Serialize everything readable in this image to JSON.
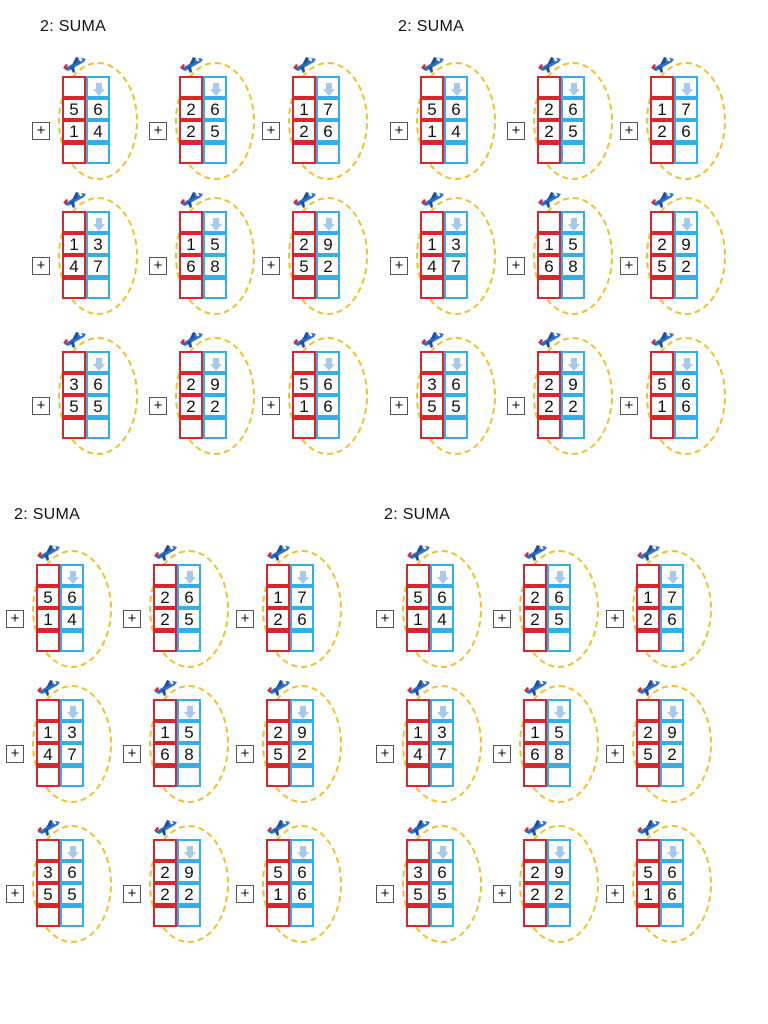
{
  "worksheet": {
    "title": "2: SUMA",
    "operator": "+",
    "icons": {
      "plane": "airplane-icon",
      "carry_arrow": "arrow-down-icon"
    },
    "colors": {
      "tens": "#d9262e",
      "units": "#33aee6",
      "loop": "#f0c030"
    },
    "problems": [
      {
        "top": [
          "5",
          "6"
        ],
        "bottom": [
          "1",
          "4"
        ]
      },
      {
        "top": [
          "2",
          "6"
        ],
        "bottom": [
          "2",
          "5"
        ]
      },
      {
        "top": [
          "1",
          "7"
        ],
        "bottom": [
          "2",
          "6"
        ]
      },
      {
        "top": [
          "1",
          "3"
        ],
        "bottom": [
          "4",
          "7"
        ]
      },
      {
        "top": [
          "1",
          "5"
        ],
        "bottom": [
          "6",
          "8"
        ]
      },
      {
        "top": [
          "2",
          "9"
        ],
        "bottom": [
          "5",
          "2"
        ]
      },
      {
        "top": [
          "3",
          "6"
        ],
        "bottom": [
          "5",
          "5"
        ]
      },
      {
        "top": [
          "2",
          "9"
        ],
        "bottom": [
          "2",
          "2"
        ]
      },
      {
        "top": [
          "5",
          "6"
        ],
        "bottom": [
          "1",
          "6"
        ]
      }
    ]
  }
}
